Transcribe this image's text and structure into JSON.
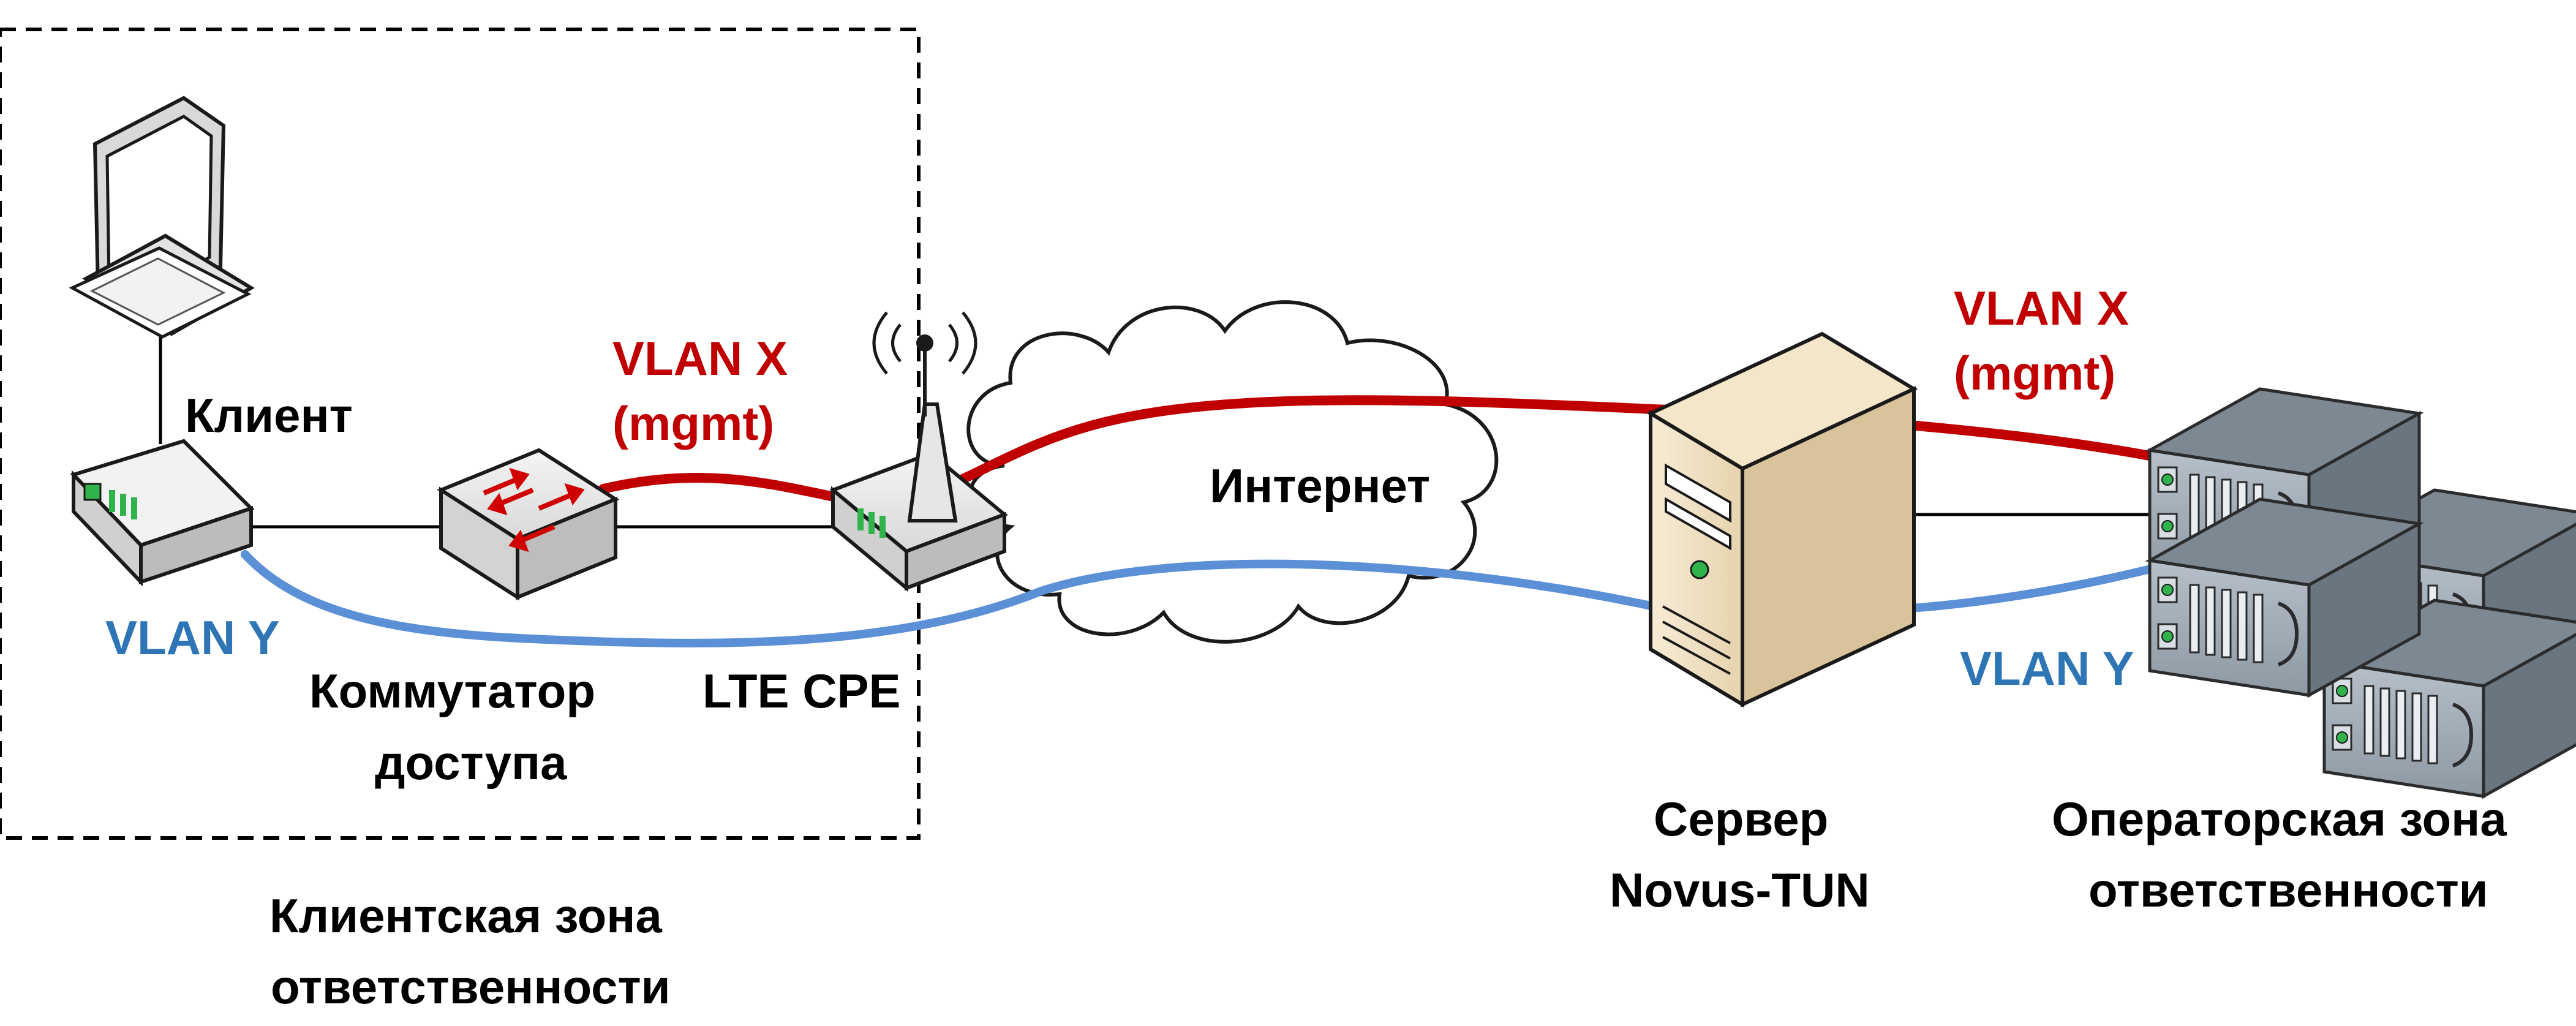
{
  "labels": {
    "client": "Клиент",
    "access_switch_line1": "Коммутатор",
    "access_switch_line2": "доступа",
    "lte_cpe": "LTE CPE",
    "internet": "Интернет",
    "server_line1": "Сервер",
    "server_line2": "Novus-TUN",
    "operator_zone_line1": "Операторская зона",
    "operator_zone_line2": "ответственности",
    "client_zone_line1": "Клиентская зона",
    "client_zone_line2": "ответственности"
  },
  "vlans": {
    "x_left_line1": "VLAN X",
    "x_left_line2": "(mgmt)",
    "x_right_line1": "VLAN X",
    "x_right_line2": "(mgmt)",
    "y_left": "VLAN Y",
    "y_right": "VLAN Y"
  },
  "colors": {
    "vlan_x": "#c00000",
    "vlan_y": "#5b8fd6",
    "vlan_y_text": "#2e75b6"
  },
  "icons": {
    "client_pc": "desktop-computer-icon",
    "client_modem": "modem-icon",
    "access_switch": "network-switch-icon",
    "lte_cpe": "wireless-router-icon",
    "internet": "cloud-icon",
    "server": "tower-server-icon",
    "operator": "rack-server-icon"
  }
}
